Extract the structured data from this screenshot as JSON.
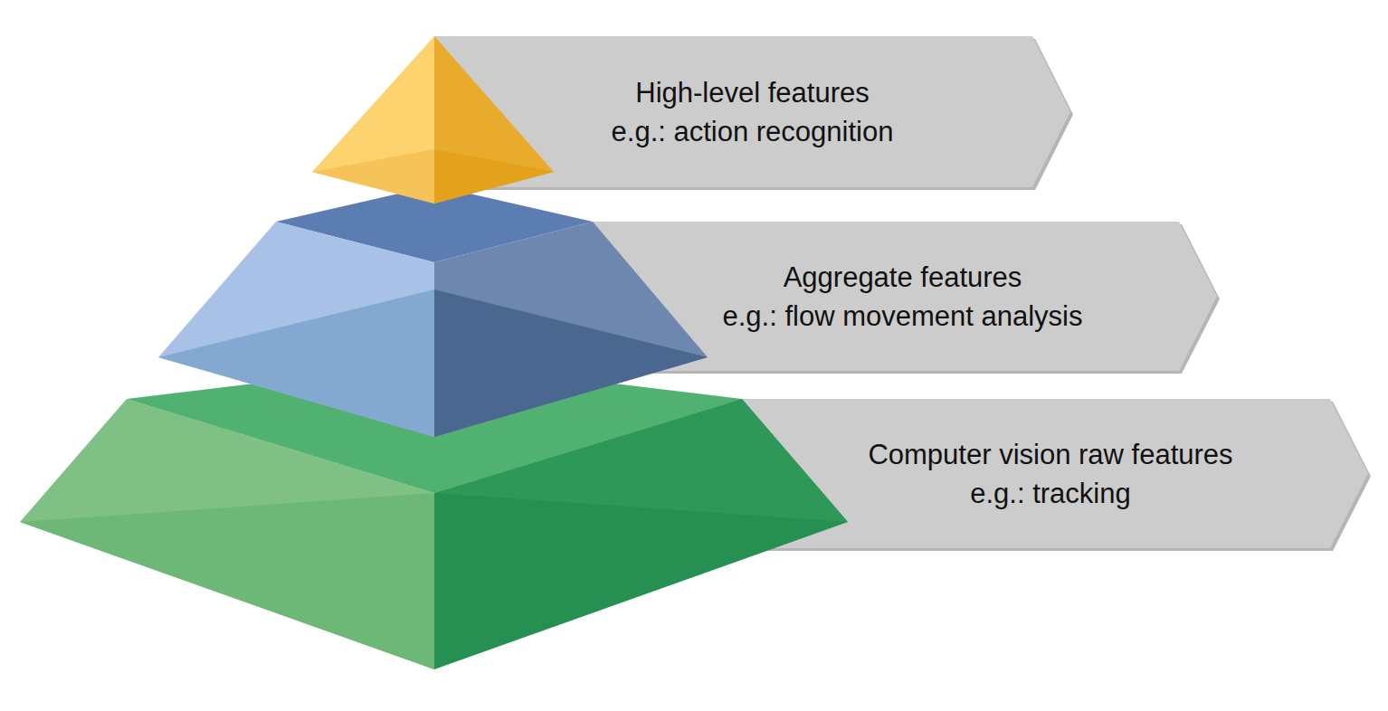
{
  "diagram": {
    "nodes": [
      {
        "text": [
          "High-level features",
          "e.g.: action recognition"
        ]
      },
      {
        "text": [
          "Aggregate features",
          "e.g.: flow movement analysis"
        ]
      },
      {
        "text": [
          "Computer vision raw features",
          "e.g.: tracking"
        ]
      }
    ]
  }
}
